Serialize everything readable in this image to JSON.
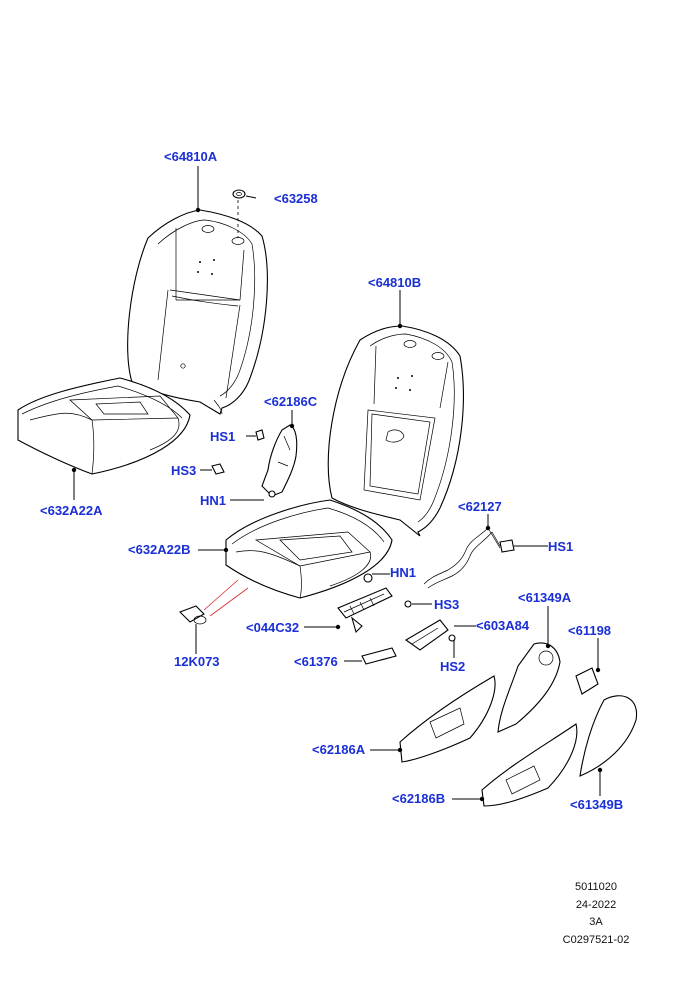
{
  "callouts": {
    "p64810A": "<64810A",
    "p63258": "<63258",
    "p64810B": "<64810B",
    "p62186C": "<62186C",
    "hs1_upper": "HS1",
    "hs3_upper": "HS3",
    "hn1_upper": "HN1",
    "p632A22A": "<632A22A",
    "p62127": "<62127",
    "hs1_right": "HS1",
    "p632A22B": "<632A22B",
    "hn1_lower": "HN1",
    "hs3_lower": "HS3",
    "p044C32": "<044C32",
    "p603A84": "<603A84",
    "p61349A": "<61349A",
    "p61198": "<61198",
    "p12K073": "12K073",
    "p61376": "<61376",
    "hs2": "HS2",
    "p62186A": "<62186A",
    "p62186B": "<62186B",
    "p61349B": "<61349B"
  },
  "footer": {
    "line1": "5011020",
    "line2": "24-2022",
    "line3": "3A",
    "line4": "C0297521-02"
  },
  "colors": {
    "callout_text": "#1a2fd6",
    "leader_red": "#d9262b",
    "line": "#000000"
  }
}
